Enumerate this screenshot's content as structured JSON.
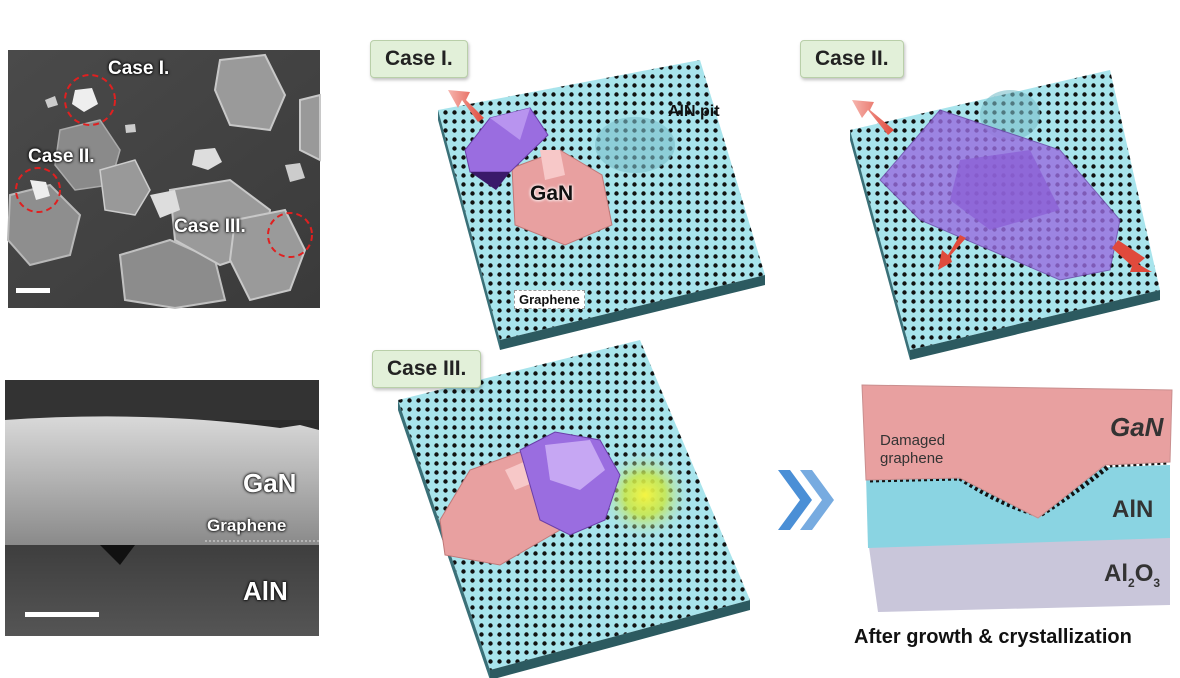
{
  "sem_top": {
    "labels": [
      "Case I.",
      "Case II.",
      "Case III."
    ]
  },
  "sem_bottom": {
    "gan": "GaN",
    "graphene": "Graphene",
    "aln": "AlN"
  },
  "case1": {
    "title": "Case I.",
    "gan": "GaN",
    "aln_pit": "AlN pit",
    "graphene": "Graphene"
  },
  "case2": {
    "title": "Case II."
  },
  "case3": {
    "title": "Case III."
  },
  "final": {
    "gan": "GaN",
    "damaged": "Damaged",
    "graphene": "graphene",
    "aln": "AlN",
    "al2o3_al": "Al",
    "al2o3_2": "2",
    "al2o3_o": "O",
    "al2o3_3": "3",
    "caption": "After growth & crystallization"
  },
  "colors": {
    "substrate": "#a8e4ec",
    "substrate_side": "#2c5a60",
    "gan_pink": "#e8a0a0",
    "crystal_purple": "#9a6de0",
    "label_box": "#e2f0d9",
    "arrow_red": "#e8584a",
    "chevron_blue": "#4a8fd6",
    "aln_cyan": "#8ad4e2",
    "sapphire": "#c9c6da"
  }
}
